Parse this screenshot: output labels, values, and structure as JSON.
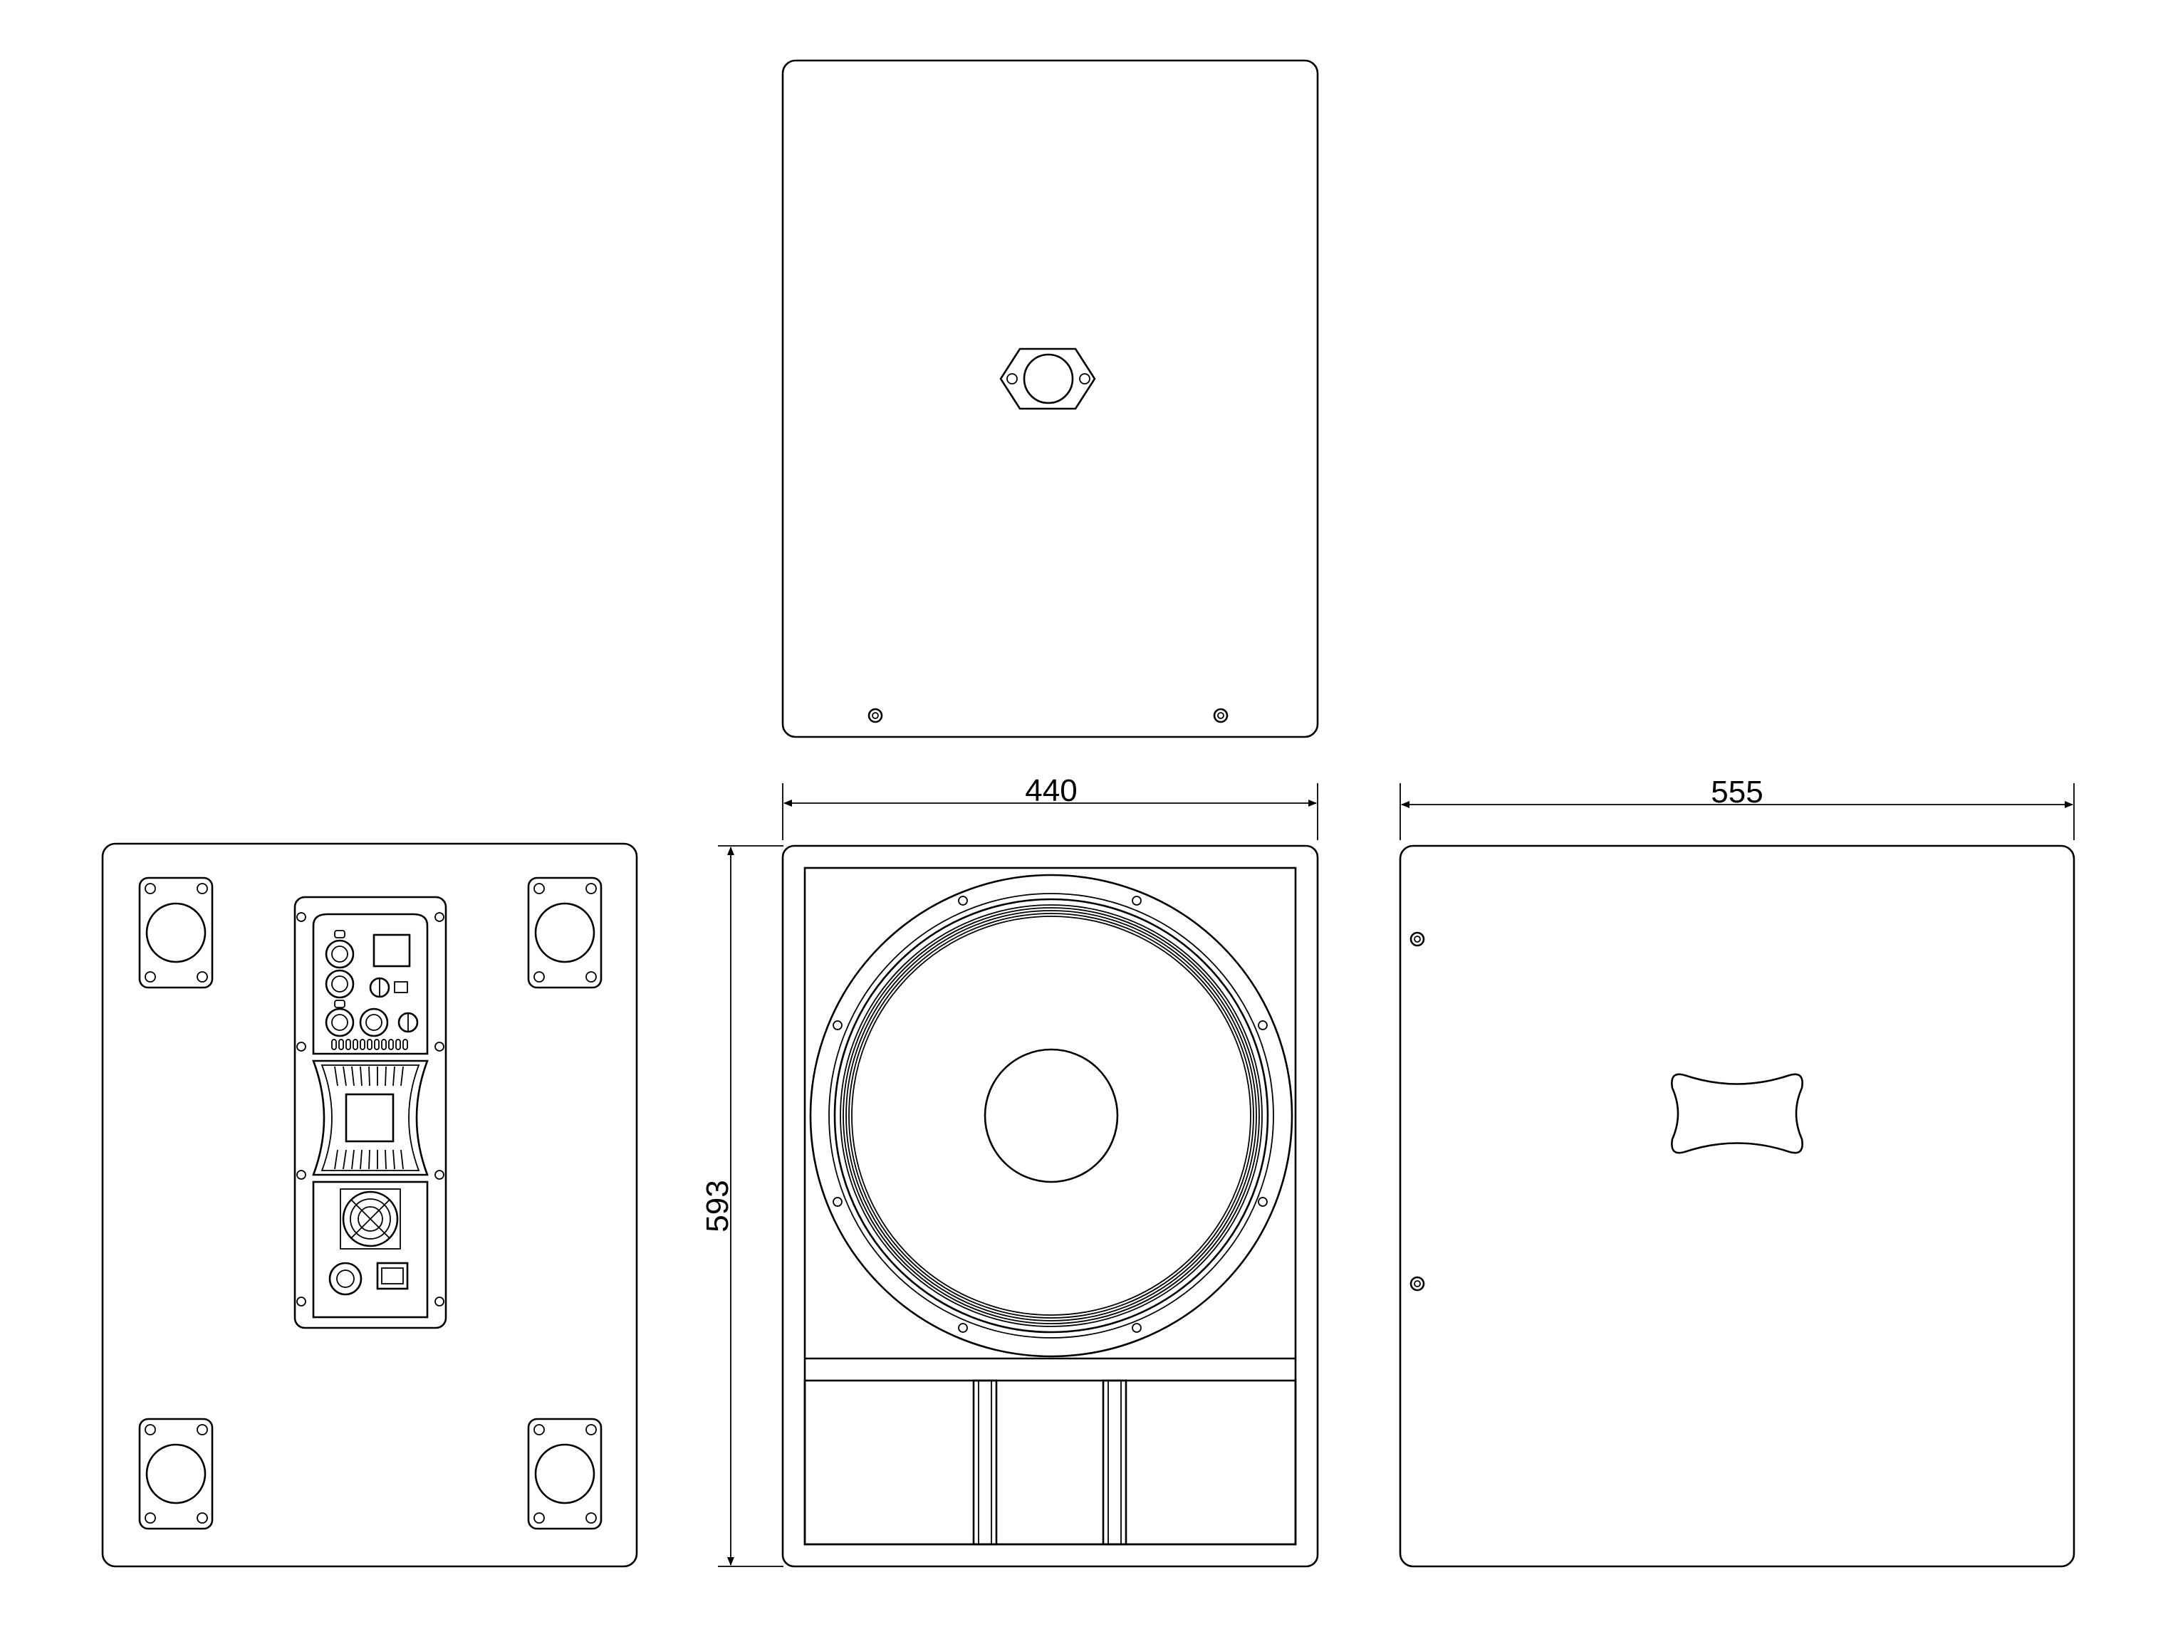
{
  "dimensions": {
    "width": "440",
    "height": "593",
    "depth": "555"
  },
  "views": [
    "top-view",
    "rear-view",
    "front-view",
    "side-view"
  ],
  "colors": {
    "line": "#000000",
    "background": "#ffffff"
  }
}
